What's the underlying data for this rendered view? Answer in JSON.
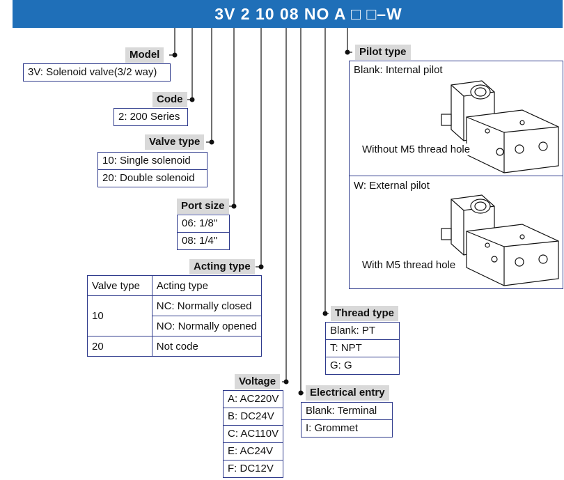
{
  "header": {
    "code": "3V 2 10 08 NO A □ □–W"
  },
  "model": {
    "title": "Model",
    "items": [
      "3V: Solenoid valve(3/2 way)"
    ]
  },
  "code_section": {
    "title": "Code",
    "items": [
      "2: 200 Series"
    ]
  },
  "valve_type": {
    "title": "Valve type",
    "items": [
      "10: Single solenoid",
      "20: Double solenoid"
    ]
  },
  "port_size": {
    "title": "Port size",
    "items": [
      "06: 1/8\"",
      "08: 1/4\""
    ]
  },
  "acting_type": {
    "title": "Acting type",
    "header_col1": "Valve type",
    "header_col2": "Acting type",
    "row1_type": "10",
    "row1_opt1": "NC: Normally closed",
    "row1_opt2": "NO: Normally opened",
    "row2_type": "20",
    "row2_opt": "Not  code"
  },
  "voltage": {
    "title": "Voltage",
    "items": [
      "A: AC220V",
      "B: DC24V",
      "C: AC110V",
      "E: AC24V",
      "F: DC12V"
    ]
  },
  "electrical_entry": {
    "title": "Electrical entry",
    "items": [
      "Blank: Terminal",
      "I: Grommet"
    ]
  },
  "thread_type": {
    "title": "Thread type",
    "items": [
      "Blank: PT",
      "T: NPT",
      "G: G"
    ]
  },
  "pilot_type": {
    "title": "Pilot type",
    "internal": "Blank: Internal pilot",
    "internal_note": "Without M5 thread hole",
    "external": "W: External pilot",
    "external_note": "With M5 thread hole"
  },
  "colors": {
    "banner": "#1f6fb8",
    "border": "#2e3a8c",
    "tag": "#d9d9d9"
  }
}
